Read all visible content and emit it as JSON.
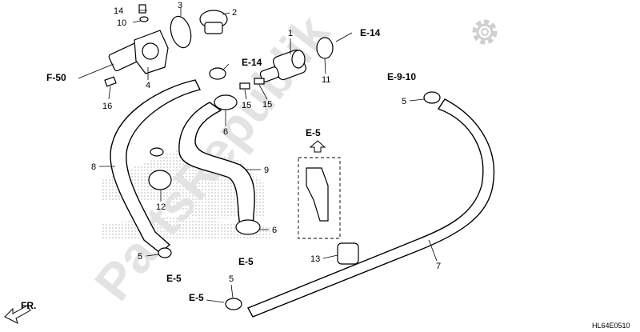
{
  "callouts": [
    {
      "id": "c14a",
      "text": "14"
    },
    {
      "id": "c10",
      "text": "10"
    },
    {
      "id": "c3",
      "text": "3"
    },
    {
      "id": "c2",
      "text": "2"
    },
    {
      "id": "c1",
      "text": "1"
    },
    {
      "id": "c4",
      "text": "4"
    },
    {
      "id": "c16",
      "text": "16"
    },
    {
      "id": "c11",
      "text": "11"
    },
    {
      "id": "c15a",
      "text": "15"
    },
    {
      "id": "c15b",
      "text": "15"
    },
    {
      "id": "c6a",
      "text": "6"
    },
    {
      "id": "c6b",
      "text": "6"
    },
    {
      "id": "c8",
      "text": "8"
    },
    {
      "id": "c9",
      "text": "9"
    },
    {
      "id": "c12",
      "text": "12"
    },
    {
      "id": "c5a",
      "text": "5"
    },
    {
      "id": "c5b",
      "text": "5"
    },
    {
      "id": "c5c",
      "text": "5"
    },
    {
      "id": "c13",
      "text": "13"
    },
    {
      "id": "c7",
      "text": "7"
    }
  ],
  "references": {
    "f50": "F-50",
    "e14_top": "E-14",
    "e14_mid": "E-14",
    "e910": "E-9-10",
    "e5_box": "E-5",
    "e5_a": "E-5",
    "e5_b": "E-5",
    "e5_c": "E-5"
  },
  "front_arrow": "FR.",
  "diagram_code": "HL64E0510",
  "watermark": "PartsRepublik",
  "icon": "gear-icon"
}
